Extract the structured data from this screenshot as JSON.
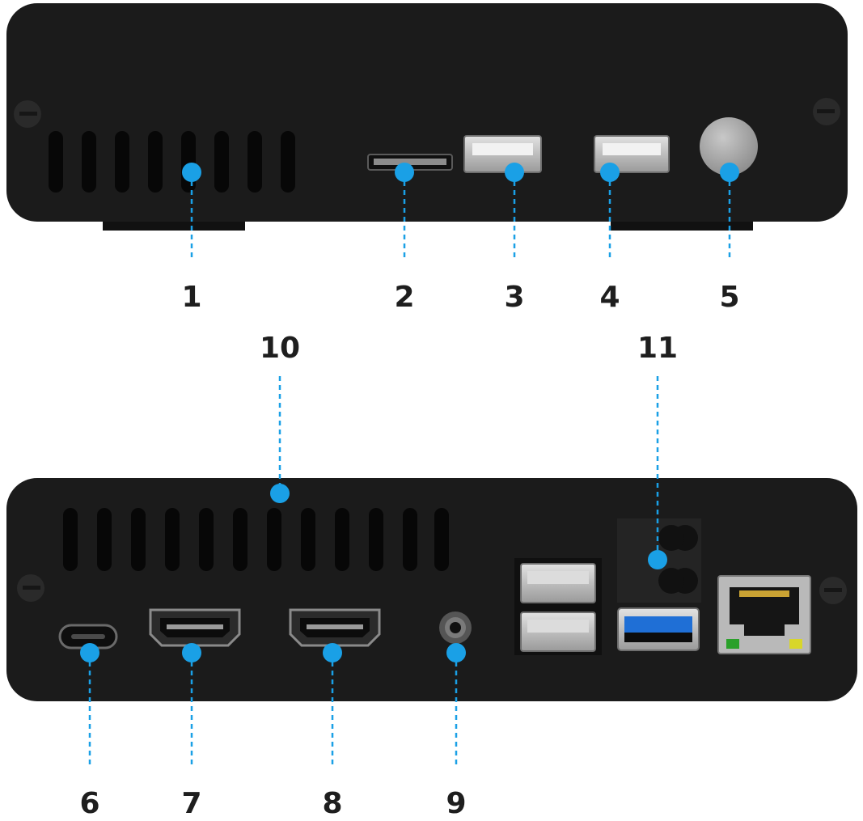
{
  "diagram": {
    "background": "#ffffff",
    "device_color": "#1b1b1b",
    "callout_color": "#1aa0e6",
    "number_color": "#1e1e1e",
    "callouts": [
      {
        "id": "1",
        "label": "1"
      },
      {
        "id": "2",
        "label": "2"
      },
      {
        "id": "3",
        "label": "3"
      },
      {
        "id": "4",
        "label": "4"
      },
      {
        "id": "5",
        "label": "5"
      },
      {
        "id": "6",
        "label": "6"
      },
      {
        "id": "7",
        "label": "7"
      },
      {
        "id": "8",
        "label": "8"
      },
      {
        "id": "9",
        "label": "9"
      },
      {
        "id": "10",
        "label": "10"
      },
      {
        "id": "11",
        "label": "11"
      }
    ]
  }
}
